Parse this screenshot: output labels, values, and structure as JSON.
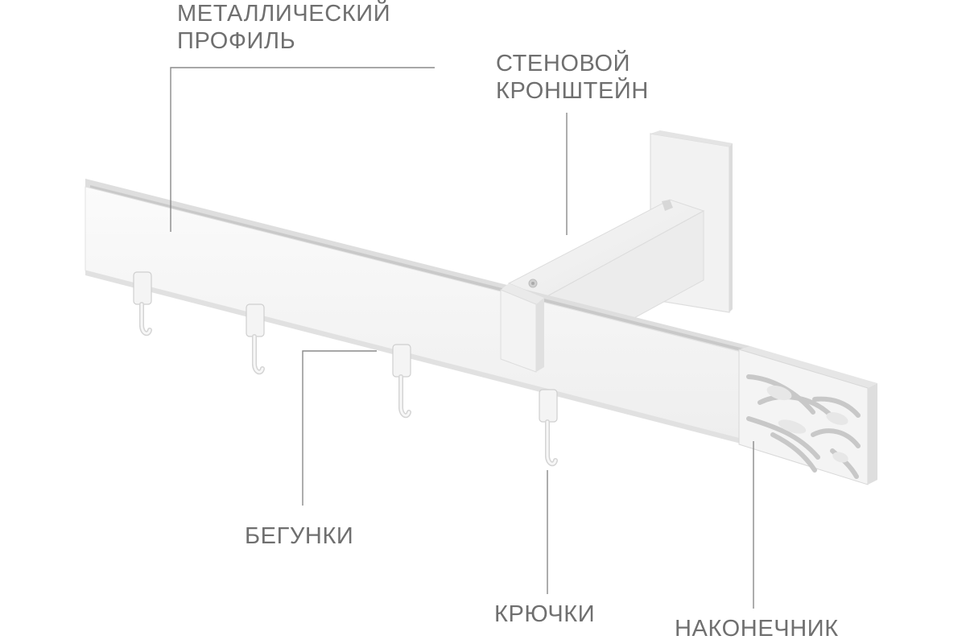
{
  "callouts": {
    "profile": {
      "line1": "МЕТАЛЛИЧЕСКИЙ",
      "line2": "ПРОФИЛЬ"
    },
    "bracket": {
      "line1": "СТЕНОВОЙ",
      "line2": "КРОНШТЕЙН"
    },
    "runners": {
      "text": "БЕГУНКИ"
    },
    "hooks": {
      "text": "КРЮЧКИ"
    },
    "endcap": {
      "text": "НАКОНЕЧНИК"
    }
  },
  "colors": {
    "label_text": "#6f6f6f",
    "leader_line": "#8a8a8a",
    "rail_face": "#f4f4f4",
    "rail_shadow": "#d9d9d9",
    "background": "#ffffff"
  }
}
